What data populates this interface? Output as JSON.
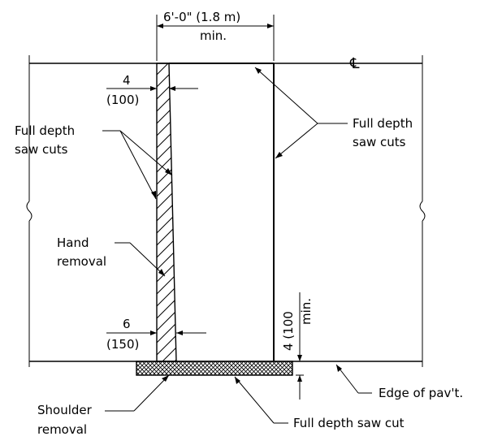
{
  "dimensions": {
    "top_width": "6'-0\" (1.8 m)",
    "top_width_note": "min.",
    "top_cut": "4",
    "top_cut_metric": "(100)",
    "bottom_cut": "6",
    "bottom_cut_metric": "(150)",
    "right_offset": "4 (100",
    "right_offset_note": "min."
  },
  "labels": {
    "centerline": "℄",
    "left_saw_cuts_line1": "Full depth",
    "left_saw_cuts_line2": "saw cuts",
    "right_saw_cuts_line1": "Full depth",
    "right_saw_cuts_line2": "saw cuts",
    "hand_removal_line1": "Hand",
    "hand_removal_line2": "removal",
    "shoulder_removal_line1": "Shoulder",
    "shoulder_removal_line2": "removal",
    "edge_of_pavement": "Edge of pav't.",
    "bottom_saw_cut": "Full depth saw cut"
  }
}
